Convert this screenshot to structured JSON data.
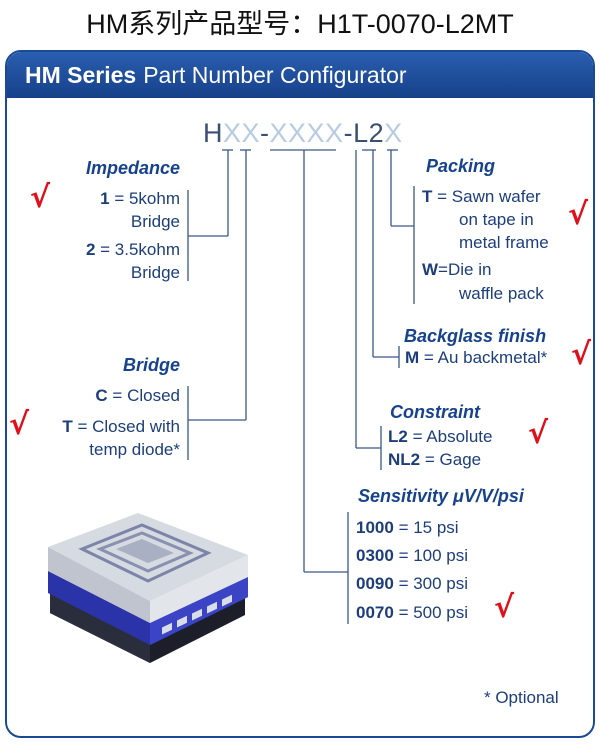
{
  "title": "HM系列产品型号：H1T-0070-L2MT",
  "header": {
    "bold": "HM Series",
    "rest": "Part Number Configurator"
  },
  "part_number": {
    "h": "H",
    "xx1": "XX",
    "dash1": "-",
    "xxxx": "XXXX",
    "dash2": "-",
    "l2": "L2",
    "x": "X"
  },
  "impedance": {
    "heading": "Impedance",
    "opt1_code": "1",
    "opt1_line1": "= 5kohm",
    "opt1_line2": "Bridge",
    "opt2_code": "2",
    "opt2_line1": "= 3.5kohm",
    "opt2_line2": "Bridge"
  },
  "bridge": {
    "heading": "Bridge",
    "opt1_code": "C",
    "opt1": "= Closed",
    "opt2_code": "T",
    "opt2_line1": "= Closed with",
    "opt2_line2": "temp diode*"
  },
  "packing": {
    "heading": "Packing",
    "opt1_code": "T",
    "opt1_line1": "= Sawn wafer",
    "opt1_line2": "on tape in",
    "opt1_line3": "metal frame",
    "opt2_code": "W",
    "opt2_line1": "=Die in",
    "opt2_line2": "waffle pack"
  },
  "backglass": {
    "heading": "Backglass finish",
    "opt1_code": "M",
    "opt1": "= Au backmetal*"
  },
  "constraint": {
    "heading": "Constraint",
    "opt1_code": "L2",
    "opt1": "= Absolute",
    "opt2_code": "NL2",
    "opt2": "= Gage"
  },
  "sensitivity": {
    "heading": "Sensitivity μV/V/psi",
    "items": [
      {
        "code": "1000",
        "value": "= 15 psi"
      },
      {
        "code": "0300",
        "value": "= 100 psi"
      },
      {
        "code": "0090",
        "value": "= 300 psi"
      },
      {
        "code": "0070",
        "value": "= 500 psi"
      }
    ]
  },
  "optional_note": "* Optional",
  "check_glyph": "√"
}
